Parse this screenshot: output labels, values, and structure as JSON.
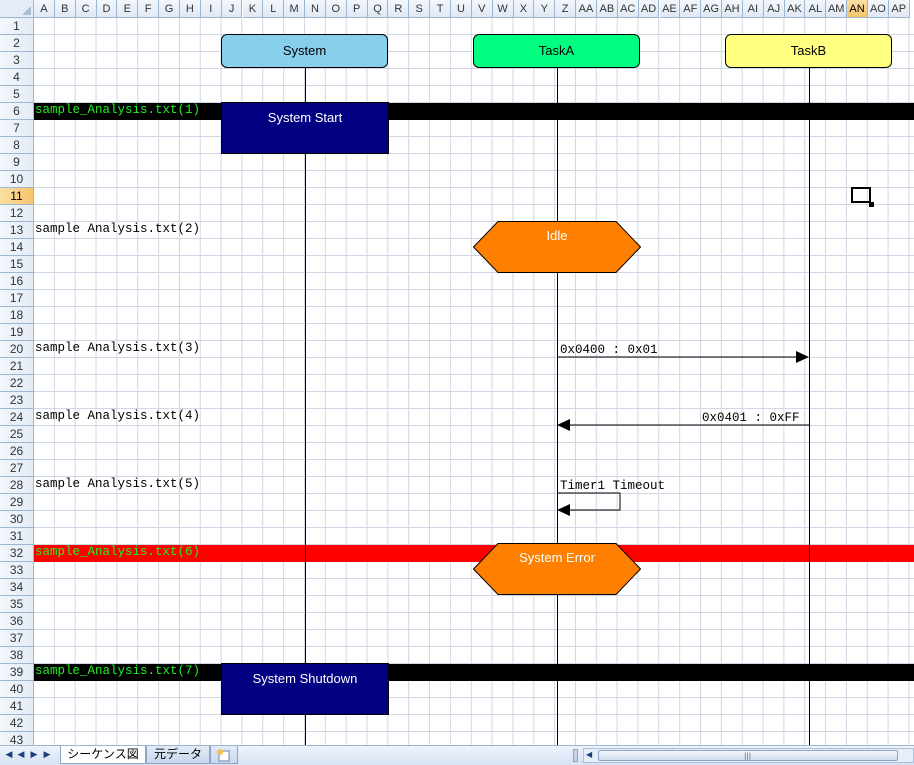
{
  "columns": [
    "A",
    "B",
    "C",
    "D",
    "E",
    "F",
    "G",
    "H",
    "I",
    "J",
    "K",
    "L",
    "M",
    "N",
    "O",
    "P",
    "Q",
    "R",
    "S",
    "T",
    "U",
    "V",
    "W",
    "X",
    "Y",
    "Z",
    "AA",
    "AB",
    "AC",
    "AD",
    "AE",
    "AF",
    "AG",
    "AH",
    "AI",
    "AJ",
    "AK",
    "AL",
    "AM",
    "AN",
    "AO",
    "AP"
  ],
  "rows": [
    "1",
    "2",
    "3",
    "4",
    "5",
    "6",
    "7",
    "8",
    "9",
    "10",
    "11",
    "12",
    "13",
    "14",
    "15",
    "16",
    "17",
    "18",
    "19",
    "20",
    "21",
    "22",
    "23",
    "24",
    "25",
    "26",
    "27",
    "28",
    "29",
    "30",
    "31",
    "32",
    "33",
    "34",
    "35",
    "36",
    "37",
    "38",
    "39",
    "40",
    "41",
    "42",
    "43"
  ],
  "selected_column": "AN",
  "selected_row": "11",
  "actors": [
    {
      "name": "System",
      "color": "#87cfeb"
    },
    {
      "name": "TaskA",
      "color": "#00ff80"
    },
    {
      "name": "TaskB",
      "color": "#ffff80"
    }
  ],
  "log_labels": [
    {
      "text": "sample_Analysis.txt(1)",
      "band": "black"
    },
    {
      "text": "sample Analysis.txt(2)",
      "band": "none"
    },
    {
      "text": "sample Analysis.txt(3)",
      "band": "none"
    },
    {
      "text": "sample Analysis.txt(4)",
      "band": "none"
    },
    {
      "text": "sample Analysis.txt(5)",
      "band": "none"
    },
    {
      "text": "sample_Analysis.txt(6)",
      "band": "red"
    },
    {
      "text": "sample_Analysis.txt(7)",
      "band": "black"
    }
  ],
  "events": {
    "system_start": "System Start",
    "idle": "Idle",
    "msg1": "0x0400 : 0x01",
    "msg2": "0x0401 : 0xFF",
    "timer": "Timer1 Timeout",
    "system_error": "System Error",
    "system_shutdown": "System Shutdown"
  },
  "colors": {
    "block": "#000080",
    "hexagon": "#ff8000",
    "band_black": "#000000",
    "band_red": "#ff0000",
    "label_green": "#22ee22"
  },
  "sheet_tabs": [
    {
      "label": "シーケンス図",
      "active": true
    },
    {
      "label": "元データ",
      "active": false
    }
  ],
  "insert_sheet_icon": "insert-sheet-icon"
}
